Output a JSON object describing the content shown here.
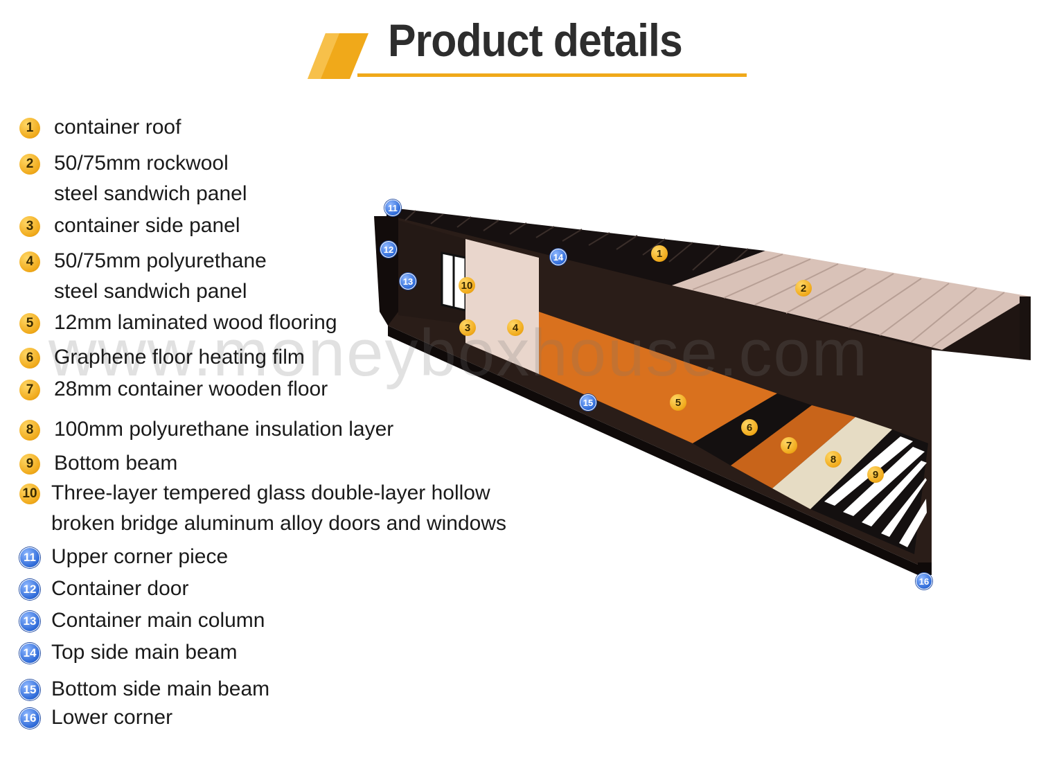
{
  "title": "Product details",
  "watermark": "www.moneyboxhouse.com",
  "colors": {
    "accent": "#f0a91a",
    "badge_blue": "#2f6bd8",
    "container": "#2a1d18",
    "floor": "#d9711e",
    "roof_panel": "#d9c2b8"
  },
  "legend": [
    {
      "num": "1",
      "color": "yellow",
      "lines": [
        "container roof"
      ]
    },
    {
      "num": "2",
      "color": "yellow",
      "lines": [
        "50/75mm rockwool",
        "steel sandwich panel"
      ]
    },
    {
      "num": "3",
      "color": "yellow",
      "lines": [
        "container side panel"
      ]
    },
    {
      "num": "4",
      "color": "yellow",
      "lines": [
        "50/75mm polyurethane",
        "steel sandwich panel"
      ]
    },
    {
      "num": "5",
      "color": "yellow",
      "lines": [
        "12mm laminated wood flooring"
      ]
    },
    {
      "num": "6",
      "color": "yellow",
      "lines": [
        "Graphene floor heating film"
      ]
    },
    {
      "num": "7",
      "color": "yellow",
      "lines": [
        "28mm container wooden floor"
      ]
    },
    {
      "num": "8",
      "color": "yellow",
      "lines": [
        "100mm polyurethane insulation layer"
      ]
    },
    {
      "num": "9",
      "color": "yellow",
      "lines": [
        "Bottom beam"
      ]
    },
    {
      "num": "10",
      "color": "yellow",
      "lines": [
        "Three-layer tempered glass double-layer hollow",
        "broken bridge aluminum alloy doors and windows"
      ]
    },
    {
      "num": "11",
      "color": "blue",
      "lines": [
        "Upper corner piece"
      ]
    },
    {
      "num": "12",
      "color": "blue",
      "lines": [
        "Container door"
      ]
    },
    {
      "num": "13",
      "color": "blue",
      "lines": [
        "Container main column"
      ]
    },
    {
      "num": "14",
      "color": "blue",
      "lines": [
        "Top side main beam"
      ]
    },
    {
      "num": "15",
      "color": "blue",
      "lines": [
        "Bottom side main beam"
      ]
    },
    {
      "num": "16",
      "color": "blue",
      "lines": [
        "Lower corner"
      ]
    }
  ],
  "markers": [
    {
      "num": "1",
      "color": "yellow"
    },
    {
      "num": "2",
      "color": "yellow"
    },
    {
      "num": "3",
      "color": "yellow"
    },
    {
      "num": "4",
      "color": "yellow"
    },
    {
      "num": "5",
      "color": "yellow"
    },
    {
      "num": "6",
      "color": "yellow"
    },
    {
      "num": "7",
      "color": "yellow"
    },
    {
      "num": "8",
      "color": "yellow"
    },
    {
      "num": "9",
      "color": "yellow"
    },
    {
      "num": "10",
      "color": "yellow"
    },
    {
      "num": "11",
      "color": "blue"
    },
    {
      "num": "12",
      "color": "blue"
    },
    {
      "num": "13",
      "color": "blue"
    },
    {
      "num": "14",
      "color": "blue"
    },
    {
      "num": "15",
      "color": "blue"
    },
    {
      "num": "16",
      "color": "blue"
    }
  ]
}
